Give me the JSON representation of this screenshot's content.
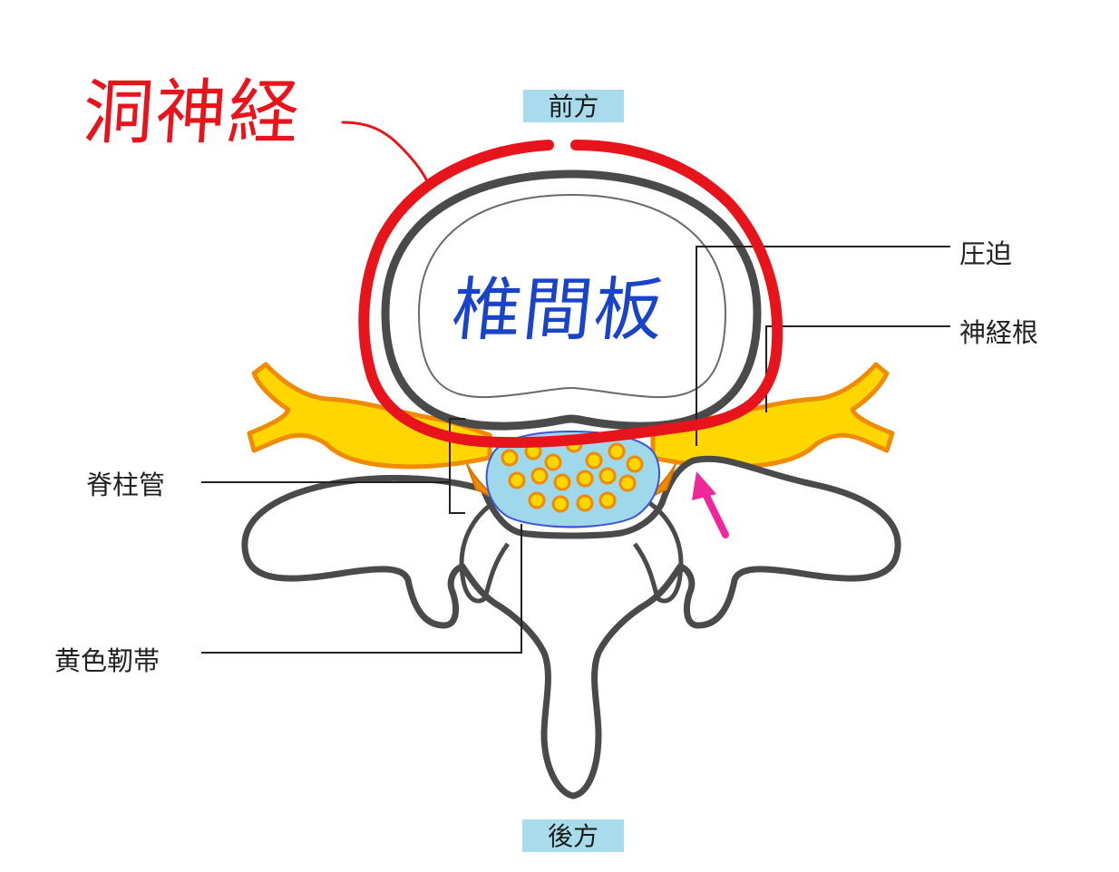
{
  "labels": {
    "front": "前方",
    "back": "後方",
    "compression": "圧迫",
    "nerve_root": "神経根",
    "spinal_canal": "脊柱管",
    "ligamentum_flavum": "黄色靭帯"
  },
  "annotations": {
    "sinuvertebral_nerve": "洞神経",
    "intervertebral_disc": "椎間板"
  },
  "colors": {
    "label_bg": "#a8dcec",
    "bone_outline": "#555555",
    "nerve_fill": "#ffd600",
    "nerve_outline": "#f08a00",
    "canal_fill": "#9fd8ea",
    "ligament": "#f08a00",
    "arrow": "#f0279a",
    "red_annotation": "#e8141c",
    "blue_annotation": "#1a44c8"
  }
}
